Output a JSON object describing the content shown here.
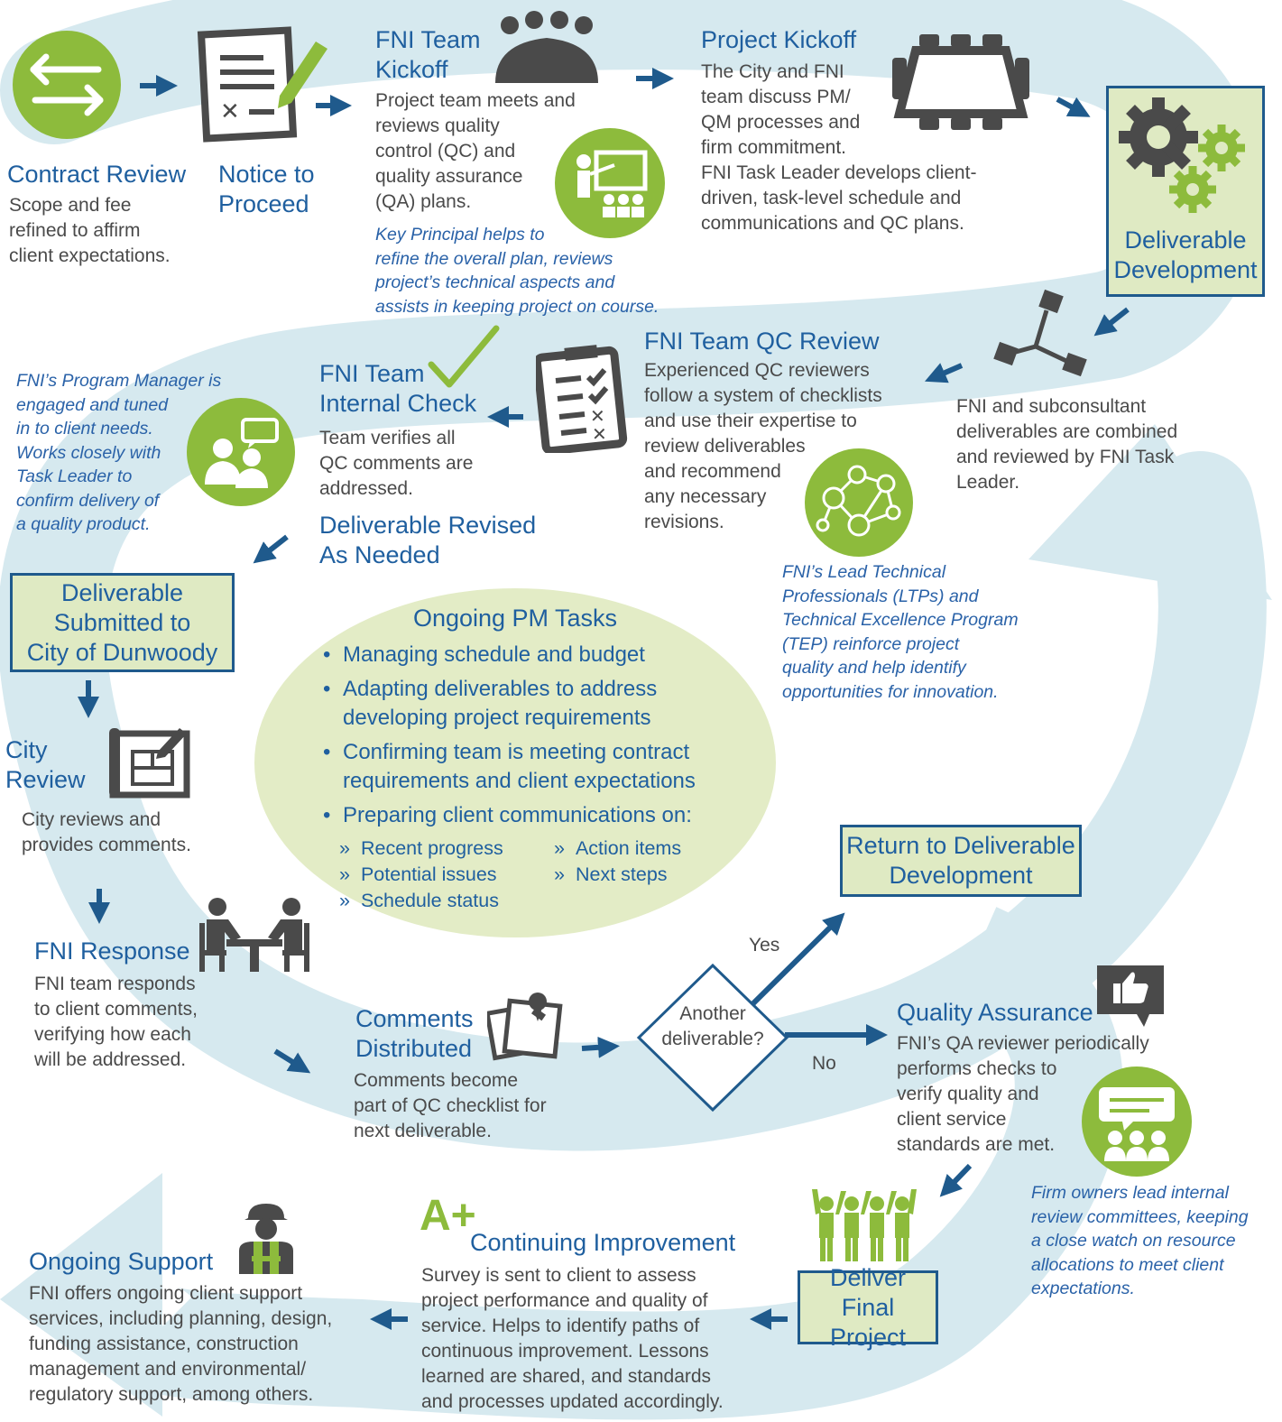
{
  "colors": {
    "band": "#d6e9ef",
    "heading": "#1f5f9f",
    "body_text": "#4a4a4a",
    "italic_text": "#2a62a8",
    "green": "#8dbb3c",
    "box_fill": "#dfeac3",
    "box_border": "#1f5a8c",
    "arrow": "#1f5a8c",
    "icon_dark": "#4a4a4a"
  },
  "steps": {
    "contract_review": {
      "title": "Contract Review",
      "body": "Scope and fee\nrefined to affirm\nclient expectations.",
      "icon": "two-way-arrows-icon"
    },
    "notice_to_proceed": {
      "title": "Notice to\nProceed",
      "icon": "signed-document-icon"
    },
    "fni_team_kickoff": {
      "title": "FNI Team\nKickoff",
      "body": "Project team meets and\nreviews quality\ncontrol (QC) and\nquality assurance\n(QA) plans.",
      "note": "Key Principal helps to\nrefine the overall plan, reviews\nproject’s technical aspects and\nassists in keeping project on course.",
      "icon": "team-meeting-icon",
      "icon2": "presentation-icon"
    },
    "project_kickoff": {
      "title": "Project Kickoff",
      "body": "The City and FNI\nteam discuss PM/\nQM processes and\nfirm commitment.\nFNI Task Leader develops client-\ndriven, task-level schedule and\ncommunications and QC plans.",
      "icon": "conference-table-icon"
    },
    "deliverable_development": {
      "title": "Deliverable\nDevelopment",
      "icon": "gears-icon"
    },
    "combined_review": {
      "body": "FNI and subconsultant\ndeliverables are combined\nand reviewed by FNI Task\nLeader.",
      "icon": "hierarchy-icon"
    },
    "fni_team_qc_review": {
      "title": "FNI Team QC Review",
      "body": "Experienced QC reviewers\nfollow a system of checklists\nand use their expertise to\nreview deliverables\nand recommend\nany necessary\nrevisions.",
      "icon": "checklist-icon"
    },
    "ltp_note": {
      "note": "FNI’s Lead Technical\nProfessionals (LTPs) and\nTechnical Excellence Program\n(TEP) reinforce project\nquality and help identify\nopportunities for innovation.",
      "icon": "network-icon"
    },
    "fni_team_internal_check": {
      "title": "FNI Team\nInternal Check",
      "body": "Team verifies all\nQC comments are\naddressed.",
      "icon": "checkmark-icon"
    },
    "program_manager_note": {
      "note": "FNI’s Program Manager is\nengaged and tuned\nin to client needs.\nWorks closely with\nTask Leader to\nconfirm delivery of\na quality product.",
      "icon": "conversation-icon"
    },
    "deliverable_revised": {
      "title": "Deliverable Revised\nAs Needed"
    },
    "deliverable_submitted": {
      "title": "Deliverable\nSubmitted to\nCity of Dunwoody"
    },
    "city_review": {
      "title": "City\nReview",
      "body": "City reviews and\nprovides comments.",
      "icon": "blueprint-icon"
    },
    "fni_response": {
      "title": "FNI Response",
      "body": "FNI team responds\nto client comments,\nverifying how each\nwill be addressed.",
      "icon": "meeting-desk-icon"
    },
    "comments_distributed": {
      "title": "Comments\nDistributed",
      "body": "Comments become\npart of QC checklist for\nnext deliverable.",
      "icon": "pinned-notes-icon"
    },
    "decision": {
      "question": "Another\ndeliverable?",
      "yes": "Yes",
      "no": "No"
    },
    "return_to_development": {
      "title": "Return to Deliverable\nDevelopment"
    },
    "quality_assurance": {
      "title": "Quality Assurance",
      "body": "FNI’s QA reviewer periodically\nperforms checks to\nverify quality and\nclient service\nstandards are met.",
      "note": "Firm owners lead internal\nreview committees, keeping\na close watch on resource\nallocations to meet client\nexpectations.",
      "icon": "thumbs-up-icon",
      "icon2": "committee-icon"
    },
    "deliver_final_project": {
      "title": "Deliver Final\nProject",
      "icon": "celebrating-people-icon"
    },
    "continuing_improvement": {
      "title": "Continuing Improvement",
      "body": "Survey is sent to client to assess\nproject performance and quality of\nservice. Helps to identify paths of\ncontinuous improvement. Lessons\nlearned are shared, and standards\nand processes updated accordingly.",
      "icon": "a-plus-icon",
      "icon_text": "A+"
    },
    "ongoing_support": {
      "title": "Ongoing Support",
      "body": "FNI offers ongoing client support\nservices, including planning, design,\nfunding assistance, construction\nmanagement and environmental/\nregulatory support, among others.",
      "icon": "construction-worker-icon"
    }
  },
  "pm_tasks": {
    "title": "Ongoing PM Tasks",
    "items": [
      "Managing schedule and budget",
      "Adapting deliverables to address\ndeveloping project requirements",
      "Confirming team is meeting contract\nrequirements and client expectations",
      "Preparing client communications on:"
    ],
    "sub_left": [
      "Recent progress",
      "Potential issues",
      "Schedule status"
    ],
    "sub_right": [
      "Action items",
      "Next steps"
    ],
    "sub_marker": "»"
  }
}
